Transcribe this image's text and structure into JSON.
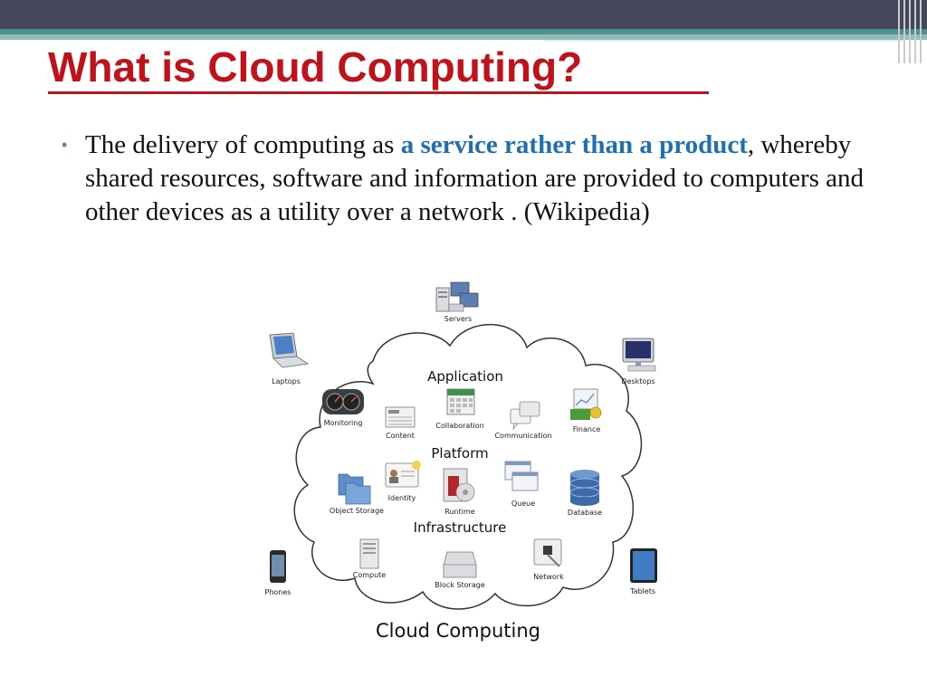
{
  "slide": {
    "title": "What is Cloud Computing?",
    "bullet": {
      "part1": "The delivery of computing as ",
      "highlight": "a service rather than a product",
      "part2": ", whereby shared resources, software and information are provided to computers and other devices as a utility over a network . (Wikipedia)"
    },
    "colors": {
      "title": "#c0121b",
      "highlight": "#1f6fb5",
      "topbar": "#45485a",
      "accent": "#4f8f8c"
    }
  },
  "diagram": {
    "caption": "Cloud Computing",
    "sections": {
      "application": "Application",
      "platform": "Platform",
      "infrastructure": "Infrastructure"
    },
    "outside": {
      "servers": "Servers",
      "laptops": "Laptops",
      "desktops": "Desktops",
      "phones": "Phones",
      "tablets": "Tablets"
    },
    "application_items": {
      "monitoring": "Monitoring",
      "content": "Content",
      "collaboration": "Collaboration",
      "communication": "Communication",
      "finance": "Finance"
    },
    "platform_items": {
      "object_storage": "Object Storage",
      "identity": "Identity",
      "runtime": "Runtime",
      "queue": "Queue",
      "database": "Database"
    },
    "infrastructure_items": {
      "compute": "Compute",
      "block_storage": "Block Storage",
      "network": "Network"
    },
    "icon_names": [
      "servers-icon",
      "laptop-icon",
      "desktop-icon",
      "phone-icon",
      "tablet-icon",
      "gauge-icon",
      "newspaper-icon",
      "calendar-icon",
      "chat-icon",
      "finance-icon",
      "folder-icon",
      "id-card-icon",
      "runtime-icon",
      "queue-icon",
      "database-icon",
      "compute-icon",
      "block-storage-icon",
      "network-icon"
    ]
  }
}
